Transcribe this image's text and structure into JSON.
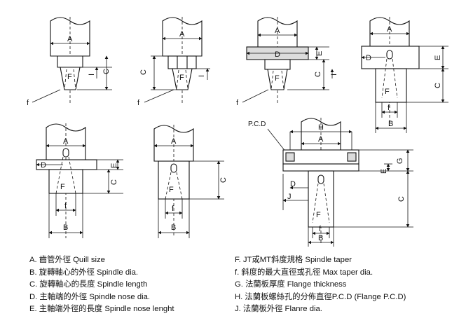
{
  "labels": {
    "A": "A",
    "B": "B",
    "C": "C",
    "D": "D",
    "E": "E",
    "F": "F",
    "f": "f",
    "G": "G",
    "H": "H",
    "J": "J",
    "pcd": "P.C.D"
  },
  "legend_left": [
    "A. 齒管外徑 Quill size",
    "B. 旋轉軸心的外徑 Spindle dia.",
    "C. 旋轉軸心的長度 Spindle length",
    "D. 主軸端的外徑 Spindle nose dia.",
    "E. 主軸端外徑的長度 Spindle nose lenght"
  ],
  "legend_right": [
    "F. JT或MT斜度規格 Spindle taper",
    "f. 斜度的最大直徑或孔徑 Max taper dia.",
    "G. 法蘭板厚度 Flange thickness",
    "H. 法蘭板螺絲孔的分佈直徑P.C.D (Flange P.C.D)",
    "J. 法蘭板外徑 Flanre dia."
  ]
}
